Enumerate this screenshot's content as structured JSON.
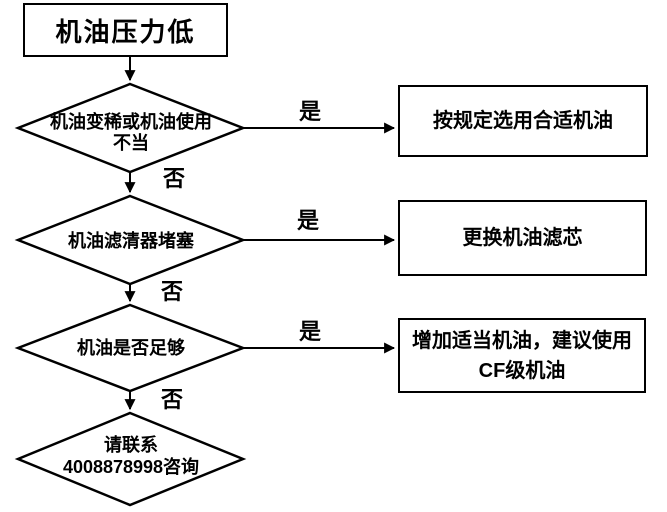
{
  "page": {
    "background_color": "#ffffff",
    "line_color": "#000000",
    "text_color": "#000000"
  },
  "flowchart": {
    "start": {
      "label": "机油压力低"
    },
    "branch_labels": {
      "yes": "是",
      "no": "否"
    },
    "decisions": {
      "d1": {
        "line1": "机油变稀或机油使用",
        "line2": "不当"
      },
      "d2": {
        "label": "机油滤清器堵塞"
      },
      "d3": {
        "label": "机油是否足够"
      },
      "d4": {
        "line1": "请联系",
        "line2": "4008878998咨询"
      }
    },
    "actions": {
      "a1": {
        "label": "按规定选用合适机油"
      },
      "a2": {
        "label": "更换机油滤芯"
      },
      "a3": {
        "line1": "增加适当机油，建议使用",
        "line2": "CF级机油"
      }
    }
  }
}
